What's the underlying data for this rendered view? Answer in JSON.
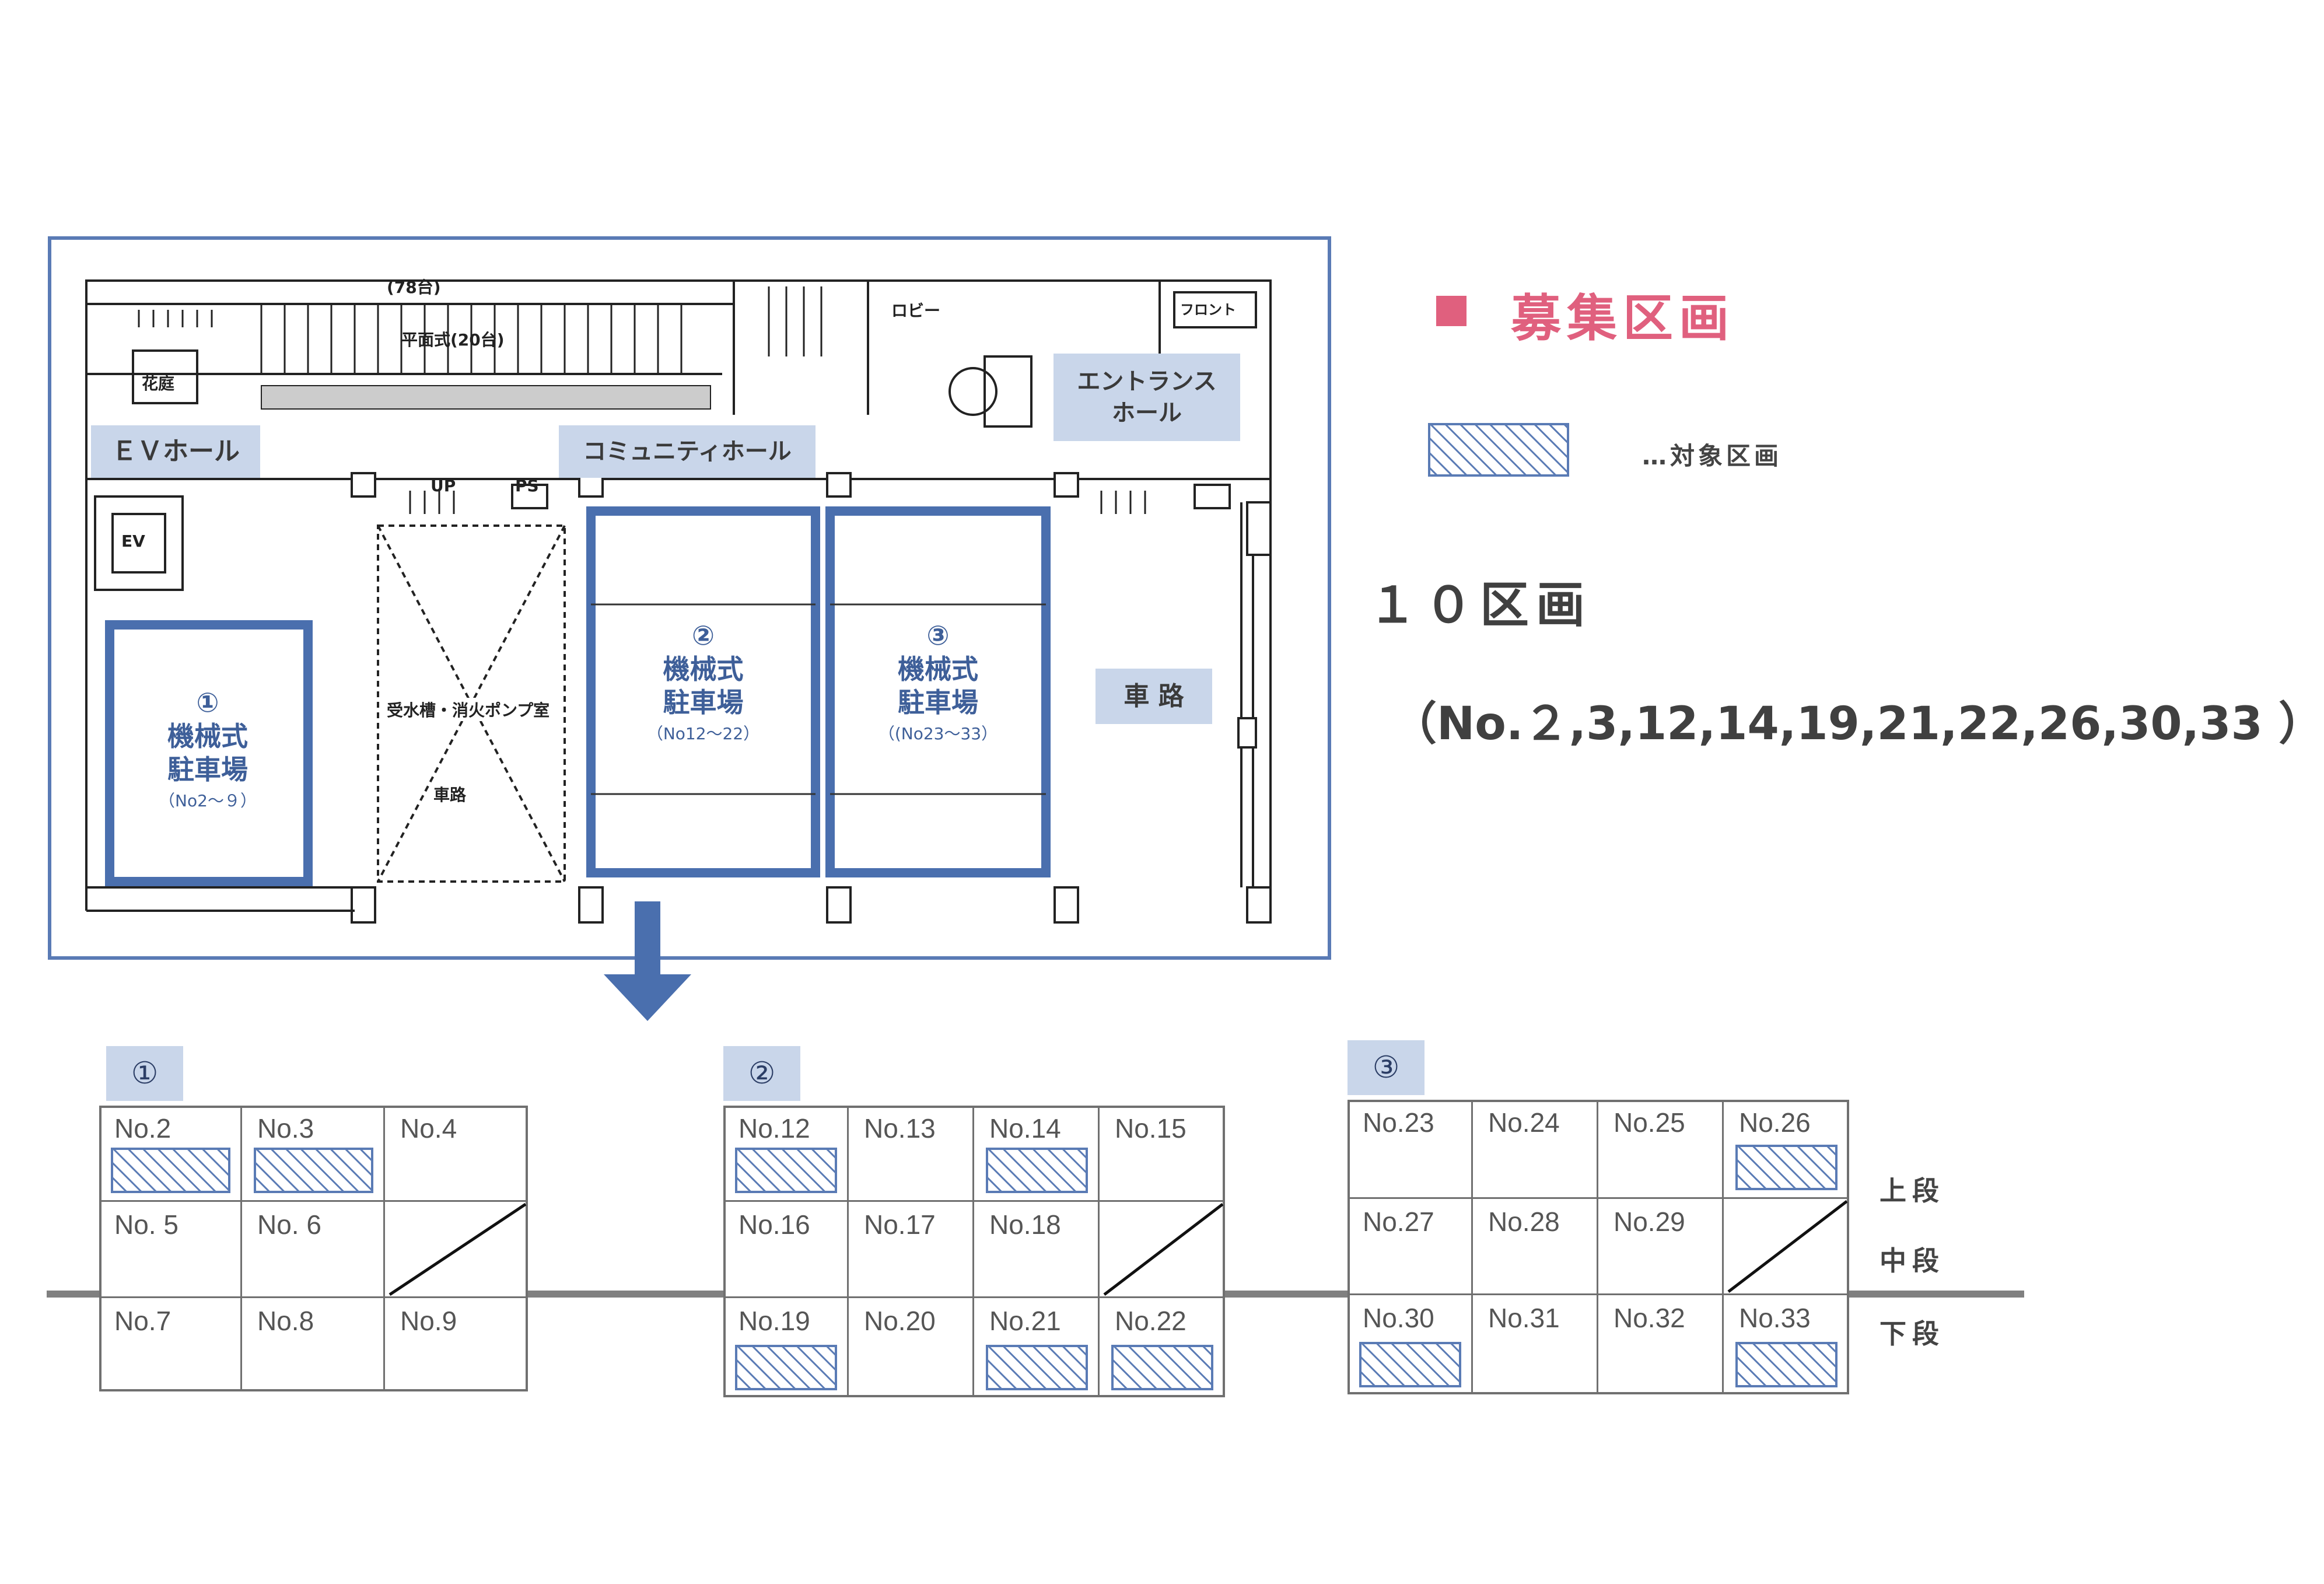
{
  "plan": {
    "labels": {
      "ev_hall": "ＥＶホール",
      "community_hall": "コミュニティホール",
      "entrance_hall": "エントランス\nホール",
      "road": "車 路"
    },
    "areas": [
      {
        "num": "①",
        "name": "機械式\n駐車場",
        "range": "（No2～９）"
      },
      {
        "num": "②",
        "name": "機械式\n駐車場",
        "range": "（No12～22）"
      },
      {
        "num": "③",
        "name": "機械式\n駐車場",
        "range": "（(No23～33）"
      }
    ],
    "small_text": {
      "count_top": "(78台)",
      "flat_parking": "平面式(20台)",
      "lobby": "ロビー",
      "front": "フロント",
      "ev": "EV",
      "up": "UP",
      "ps": "PS",
      "pump_room": "受水槽・消火ポンプ室",
      "aisle": "車路",
      "garden": "花庭"
    }
  },
  "legend": {
    "title": "募集区画",
    "swatch_label": "…対象区画",
    "count": "１０区画",
    "list": "（No.２,3,12,14,19,21,22,26,30,33 ）",
    "accent": "#e0607e",
    "hatch_color": "#5a7bb5"
  },
  "tiers": {
    "upper": "上段",
    "middle": "中段",
    "lower": "下段"
  },
  "grids": [
    {
      "badge": "①",
      "rows": [
        [
          {
            "label": "No.2",
            "target": true
          },
          {
            "label": "No.3",
            "target": true
          },
          {
            "label": "No.4",
            "target": false
          }
        ],
        [
          {
            "label": "No. 5",
            "target": false
          },
          {
            "label": "No. 6",
            "target": false
          },
          {
            "label": "",
            "target": false,
            "empty": true
          }
        ],
        [
          {
            "label": "No.7",
            "target": false
          },
          {
            "label": "No.8",
            "target": false
          },
          {
            "label": "No.9",
            "target": false
          }
        ]
      ]
    },
    {
      "badge": "②",
      "rows": [
        [
          {
            "label": "No.12",
            "target": true
          },
          {
            "label": "No.13",
            "target": false
          },
          {
            "label": "No.14",
            "target": true
          },
          {
            "label": "No.15",
            "target": false
          }
        ],
        [
          {
            "label": "No.16",
            "target": false
          },
          {
            "label": "No.17",
            "target": false
          },
          {
            "label": "No.18",
            "target": false
          },
          {
            "label": "",
            "target": false,
            "empty": true
          }
        ],
        [
          {
            "label": "No.19",
            "target": true
          },
          {
            "label": "No.20",
            "target": false
          },
          {
            "label": "No.21",
            "target": true
          },
          {
            "label": "No.22",
            "target": true
          }
        ]
      ]
    },
    {
      "badge": "③",
      "rows": [
        [
          {
            "label": "No.23",
            "target": false
          },
          {
            "label": "No.24",
            "target": false
          },
          {
            "label": "No.25",
            "target": false
          },
          {
            "label": "No.26",
            "target": true
          }
        ],
        [
          {
            "label": "No.27",
            "target": false
          },
          {
            "label": "No.28",
            "target": false
          },
          {
            "label": "No.29",
            "target": false
          },
          {
            "label": "",
            "target": false,
            "empty": true
          }
        ],
        [
          {
            "label": "No.30",
            "target": true
          },
          {
            "label": "No.31",
            "target": false
          },
          {
            "label": "No.32",
            "target": false
          },
          {
            "label": "No.33",
            "target": true
          }
        ]
      ]
    }
  ]
}
